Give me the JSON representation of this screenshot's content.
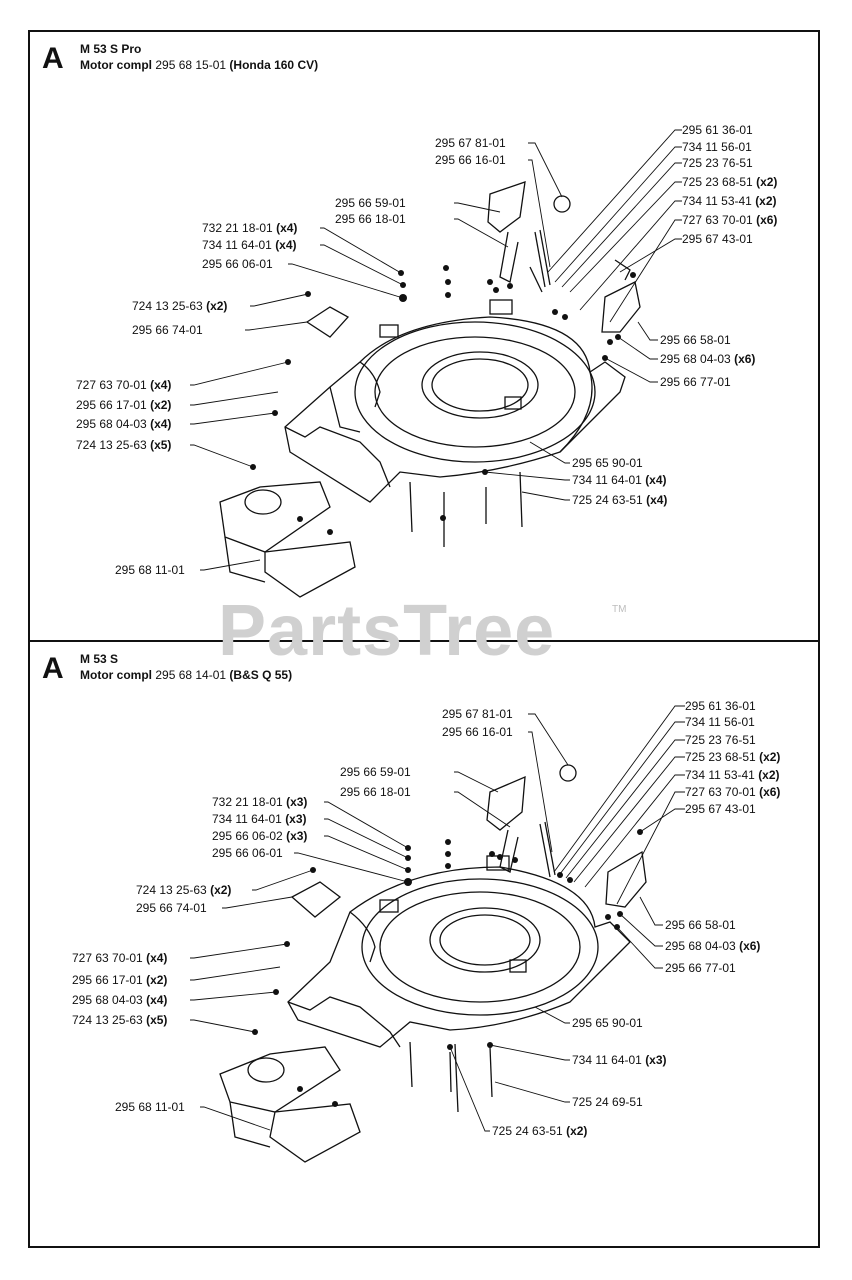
{
  "watermark": {
    "text": "PartsTree",
    "tm": "TM"
  },
  "sections": [
    {
      "letter": "A",
      "model": "M 53 S Pro",
      "motor_label": "Motor compl",
      "motor_number": "295 68 15-01",
      "motor_engine": "(Honda 160 CV)",
      "callouts": [
        {
          "part": "295 67 81-01",
          "qty": ""
        },
        {
          "part": "295 66 16-01",
          "qty": ""
        },
        {
          "part": "295 66 59-01",
          "qty": ""
        },
        {
          "part": "295 66 18-01",
          "qty": ""
        },
        {
          "part": "732 21 18-01",
          "qty": "(x4)"
        },
        {
          "part": "734 11 64-01",
          "qty": "(x4)"
        },
        {
          "part": "295 66 06-01",
          "qty": ""
        },
        {
          "part": "724 13 25-63",
          "qty": "(x2)"
        },
        {
          "part": "295 66 74-01",
          "qty": ""
        },
        {
          "part": "727 63 70-01",
          "qty": "(x4)"
        },
        {
          "part": "295 66 17-01",
          "qty": "(x2)"
        },
        {
          "part": "295 68 04-03",
          "qty": "(x4)"
        },
        {
          "part": "724 13 25-63",
          "qty": "(x5)"
        },
        {
          "part": "295 68 11-01",
          "qty": ""
        },
        {
          "part": "295 61 36-01",
          "qty": ""
        },
        {
          "part": "734 11 56-01",
          "qty": ""
        },
        {
          "part": "725 23 76-51",
          "qty": ""
        },
        {
          "part": "725 23 68-51",
          "qty": "(x2)"
        },
        {
          "part": "734 11 53-41",
          "qty": "(x2)"
        },
        {
          "part": "727 63 70-01",
          "qty": "(x6)"
        },
        {
          "part": "295 67 43-01",
          "qty": ""
        },
        {
          "part": "295 66 58-01",
          "qty": ""
        },
        {
          "part": "295 68 04-03",
          "qty": "(x6)"
        },
        {
          "part": "295 66 77-01",
          "qty": ""
        },
        {
          "part": "295 65 90-01",
          "qty": ""
        },
        {
          "part": "734 11 64-01",
          "qty": "(x4)"
        },
        {
          "part": "725 24 63-51",
          "qty": "(x4)"
        }
      ]
    },
    {
      "letter": "A",
      "model": "M 53 S",
      "motor_label": "Motor compl",
      "motor_number": "295 68 14-01",
      "motor_engine": "(B&S Q 55)",
      "callouts": [
        {
          "part": "295 67 81-01",
          "qty": ""
        },
        {
          "part": "295 66 16-01",
          "qty": ""
        },
        {
          "part": "295 66 59-01",
          "qty": ""
        },
        {
          "part": "295 66 18-01",
          "qty": ""
        },
        {
          "part": "732 21 18-01",
          "qty": "(x3)"
        },
        {
          "part": "734 11 64-01",
          "qty": "(x3)"
        },
        {
          "part": "295 66 06-02",
          "qty": "(x3)"
        },
        {
          "part": "295 66 06-01",
          "qty": ""
        },
        {
          "part": "724 13 25-63",
          "qty": "(x2)"
        },
        {
          "part": "295 66 74-01",
          "qty": ""
        },
        {
          "part": "727 63 70-01",
          "qty": "(x4)"
        },
        {
          "part": "295 66 17-01",
          "qty": "(x2)"
        },
        {
          "part": "295 68 04-03",
          "qty": "(x4)"
        },
        {
          "part": "724 13 25-63",
          "qty": "(x5)"
        },
        {
          "part": "295 68 11-01",
          "qty": ""
        },
        {
          "part": "295 61 36-01",
          "qty": ""
        },
        {
          "part": "734 11 56-01",
          "qty": ""
        },
        {
          "part": "725 23 76-51",
          "qty": ""
        },
        {
          "part": "725 23 68-51",
          "qty": "(x2)"
        },
        {
          "part": "734 11 53-41",
          "qty": "(x2)"
        },
        {
          "part": "727 63 70-01",
          "qty": "(x6)"
        },
        {
          "part": "295 67 43-01",
          "qty": ""
        },
        {
          "part": "295 66 58-01",
          "qty": ""
        },
        {
          "part": "295 68 04-03",
          "qty": "(x6)"
        },
        {
          "part": "295 66 77-01",
          "qty": ""
        },
        {
          "part": "295 65 90-01",
          "qty": ""
        },
        {
          "part": "734 11 64-01",
          "qty": "(x3)"
        },
        {
          "part": "725 24 69-51",
          "qty": ""
        },
        {
          "part": "725 24 63-51",
          "qty": "(x2)"
        }
      ]
    }
  ]
}
